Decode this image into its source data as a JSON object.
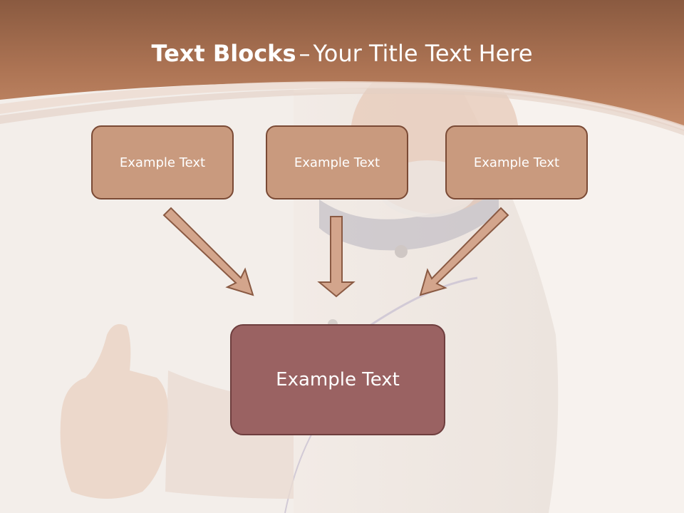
{
  "title": {
    "bold": "Text Blocks",
    "dash": "–",
    "rest": "Your Title Text Here"
  },
  "blocks": [
    {
      "label": "Example Text"
    },
    {
      "label": "Example Text"
    },
    {
      "label": "Example Text"
    }
  ],
  "center_block": {
    "label": "Example Text"
  },
  "colors": {
    "header": "#a86e50",
    "block": "#c99a7e",
    "center_block": "#9a6262",
    "arrow": "#d3a58c",
    "arrow_stroke": "#8a5a43"
  },
  "background_image": "chef-thumbs-up"
}
